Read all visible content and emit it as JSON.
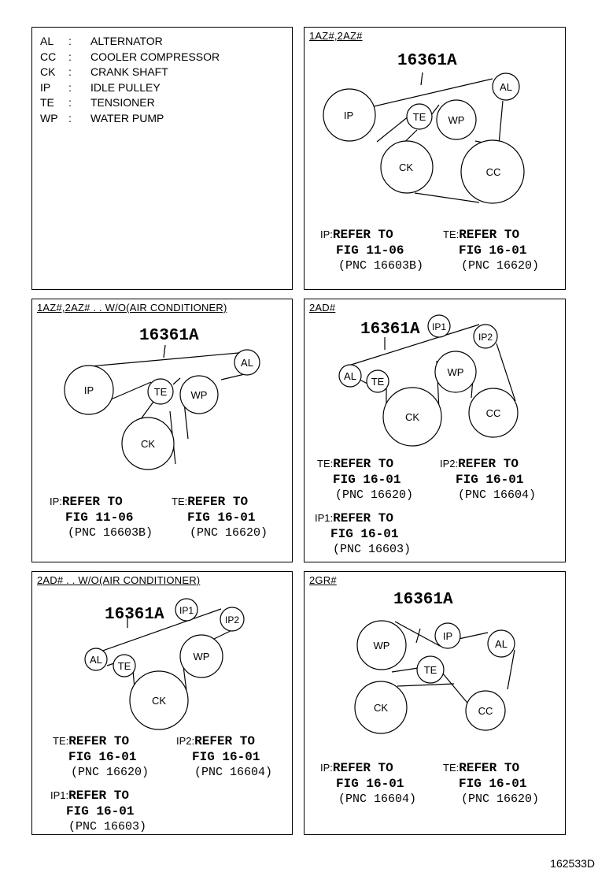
{
  "legend": [
    {
      "code": "AL",
      "name": "ALTERNATOR"
    },
    {
      "code": "CC",
      "name": "COOLER COMPRESSOR"
    },
    {
      "code": "CK",
      "name": "CRANK SHAFT"
    },
    {
      "code": "IP",
      "name": "IDLE PULLEY"
    },
    {
      "code": "TE",
      "name": "TENSIONER"
    },
    {
      "code": "WP",
      "name": "WATER PUMP"
    }
  ],
  "colon": ":",
  "part_number": "16361A",
  "figure_number": "162533D",
  "ref_word": "REFER TO",
  "pulleys": {
    "IP": "IP",
    "TE": "TE",
    "WP": "WP",
    "AL": "AL",
    "CK": "CK",
    "CC": "CC",
    "IP1": "IP1",
    "IP2": "IP2"
  },
  "panels": [
    {
      "tag": "1AZ#,2AZ#",
      "refs": [
        {
          "label": "IP:",
          "fig": "FIG 11-06",
          "pnc": "(PNC 16603B)"
        },
        {
          "label": "TE:",
          "fig": "FIG 16-01",
          "pnc": "(PNC 16620)"
        }
      ]
    },
    {
      "tag": "1AZ#,2AZ# . . W/O(AIR CONDITIONER)",
      "refs": [
        {
          "label": "IP:",
          "fig": "FIG 11-06",
          "pnc": "(PNC 16603B)"
        },
        {
          "label": "TE:",
          "fig": "FIG 16-01",
          "pnc": "(PNC 16620)"
        }
      ]
    },
    {
      "tag": "2AD#",
      "refs": [
        {
          "label": "TE:",
          "fig": "FIG 16-01",
          "pnc": "(PNC 16620)"
        },
        {
          "label": "IP2:",
          "fig": "FIG 16-01",
          "pnc": "(PNC 16604)"
        },
        {
          "label": "IP1:",
          "fig": "FIG 16-01",
          "pnc": "(PNC 16603)"
        }
      ]
    },
    {
      "tag": "2AD# . . W/O(AIR CONDITIONER)",
      "refs": [
        {
          "label": "TE:",
          "fig": "FIG 16-01",
          "pnc": "(PNC 16620)"
        },
        {
          "label": "IP2:",
          "fig": "FIG 16-01",
          "pnc": "(PNC 16604)"
        },
        {
          "label": "IP1:",
          "fig": "FIG 16-01",
          "pnc": "(PNC 16603)"
        }
      ]
    },
    {
      "tag": "2GR#",
      "refs": [
        {
          "label": "IP:",
          "fig": "FIG 16-01",
          "pnc": "(PNC 16604)"
        },
        {
          "label": "TE:",
          "fig": "FIG 16-01",
          "pnc": "(PNC 16620)"
        }
      ]
    }
  ]
}
